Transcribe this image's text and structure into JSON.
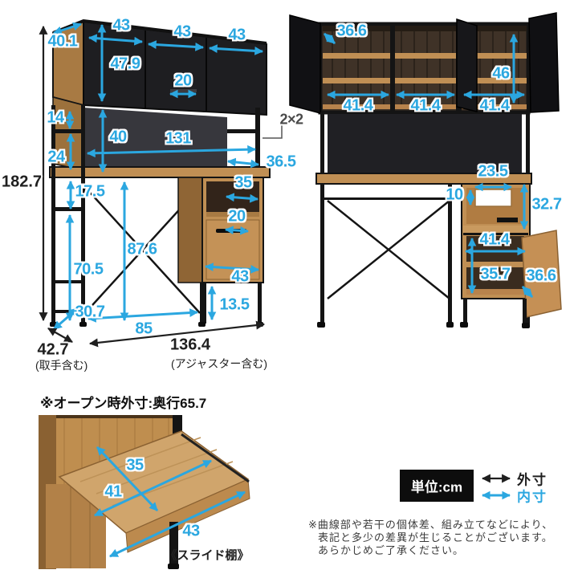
{
  "legend": {
    "unit_label": "単位:cm",
    "outer_label": "外寸",
    "inner_label": "内寸"
  },
  "footnotes": {
    "line1": "※曲線部や若干の個体差、組み立てなどにより、",
    "line2": "表記と多少の差異が生じることがございます。",
    "line3": "あらかじめご了承ください。"
  },
  "slide_section": {
    "heading": "※オープン時外寸:奥行65.7",
    "caption": "《スライド棚》",
    "dims": {
      "depth": "35",
      "width": "41",
      "front_width": "43"
    }
  },
  "left_view": {
    "dims": {
      "total_height": "182.7",
      "total_depth": "42.7",
      "total_depth_note": "(取手含む)",
      "total_width": "136.4",
      "total_width_note": "(アジャスター含む)",
      "top_depth": "40.1",
      "door_width_1": "43",
      "door_width_2": "43",
      "door_width_3": "43",
      "upper_inner_height": "47.9",
      "door_handle_width": "20",
      "upper_gap_height": "14",
      "lower_gap_height": "24",
      "back_panel_height": "40",
      "middle_inner_width": "131",
      "frame_size_note": "2×2",
      "desk_return_depth": "36.5",
      "under_desk_gap": "17.5",
      "cubby_width": "35",
      "drawer_handle_width": "20",
      "under_desk_height": "87.6",
      "side_frame_height": "70.5",
      "bottom_depth": "30.7",
      "drawer_width": "43",
      "base_height": "13.5",
      "knee_space_width": "85"
    }
  },
  "right_view": {
    "dims": {
      "upper_door_open": "36.6",
      "upper_inner_height": "46",
      "upper_inner_width_1": "41.4",
      "upper_inner_width_2": "41.4",
      "upper_inner_width_3": "41.4",
      "niche_width": "23.5",
      "niche_offset": "10",
      "niche_height": "32.7",
      "cabinet_inner_width": "41.4",
      "cabinet_inner_height": "35.7",
      "lower_door_open": "36.6"
    }
  },
  "colors": {
    "dimension_blue": "#2ba7e0",
    "dimension_black": "#1f1f1f",
    "wood": "#c08f54",
    "frame_black": "#141414"
  }
}
